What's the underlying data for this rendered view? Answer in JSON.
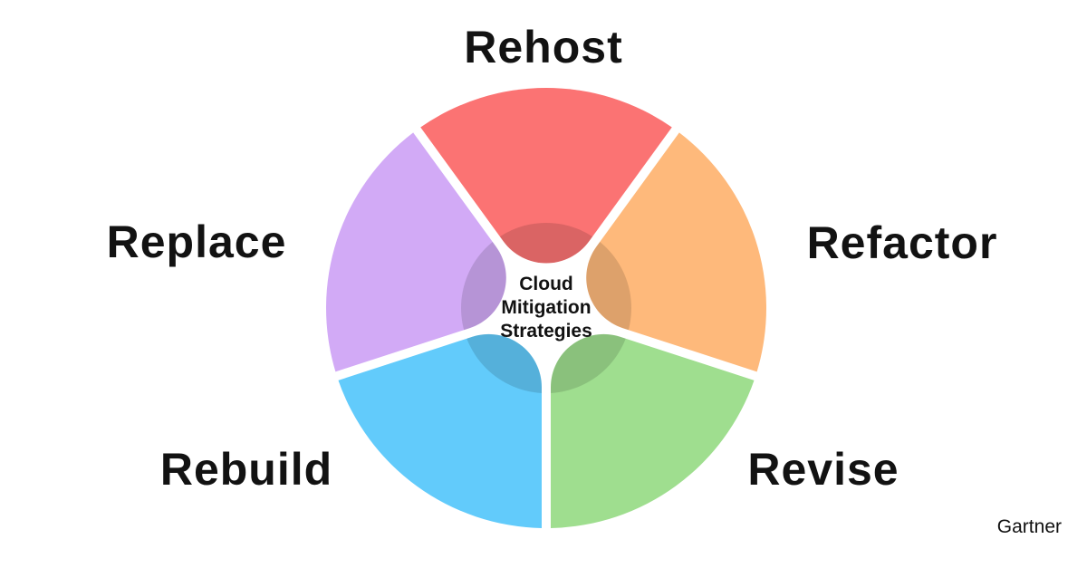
{
  "chart_data": {
    "type": "wheel-diagram",
    "title": "Cloud Mitigation Strategies",
    "center_label": "Cloud\nMitigation\nStrategies",
    "segments": [
      {
        "label": "Rehost",
        "position": "top",
        "color": "#FB7373"
      },
      {
        "label": "Refactor",
        "position": "right",
        "color": "#FEB97B"
      },
      {
        "label": "Revise",
        "position": "bottom-right",
        "color": "#9FDE8F"
      },
      {
        "label": "Rebuild",
        "position": "bottom-left",
        "color": "#62CBFB"
      },
      {
        "label": "Replace",
        "position": "left",
        "color": "#D2AAF6"
      }
    ],
    "inner_shade_color": "#000000",
    "inner_shade_opacity": 0.13,
    "attribution": "Gartner"
  }
}
